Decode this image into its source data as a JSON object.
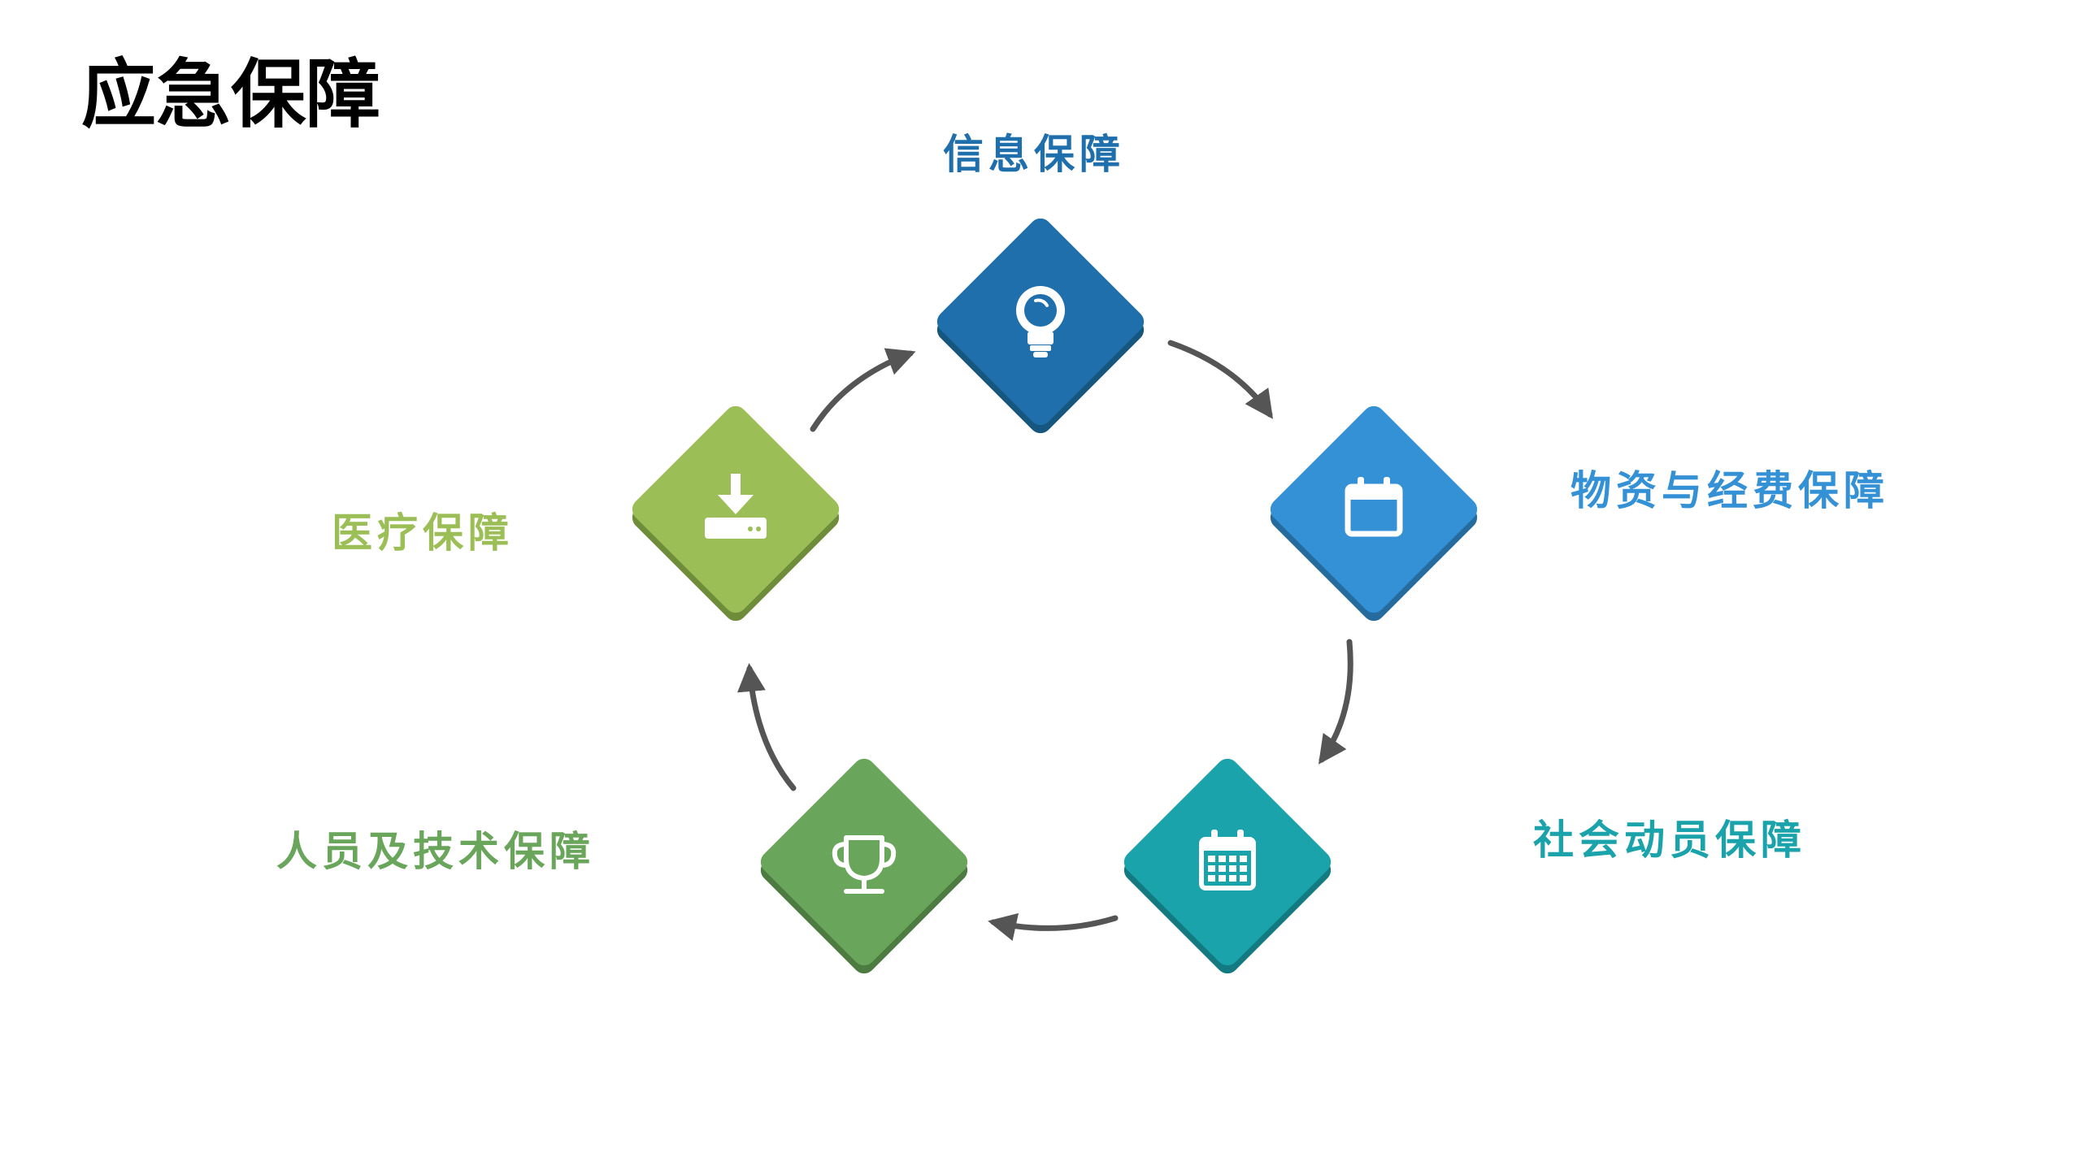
{
  "title": "应急保障",
  "nodes": [
    {
      "label": "信息保障",
      "color": "#1f6fac",
      "icon": "lightbulb-icon"
    },
    {
      "label": "物资与经费保障",
      "color": "#3491d5",
      "icon": "calendar-icon"
    },
    {
      "label": "社会动员保障",
      "color": "#1ba3ac",
      "icon": "calendar-grid-icon"
    },
    {
      "label": "人员及技术保障",
      "color": "#69a55a",
      "icon": "trophy-icon"
    },
    {
      "label": "医疗保障",
      "color": "#9bbe56",
      "icon": "download-icon"
    }
  ],
  "arrow_color": "#555555"
}
